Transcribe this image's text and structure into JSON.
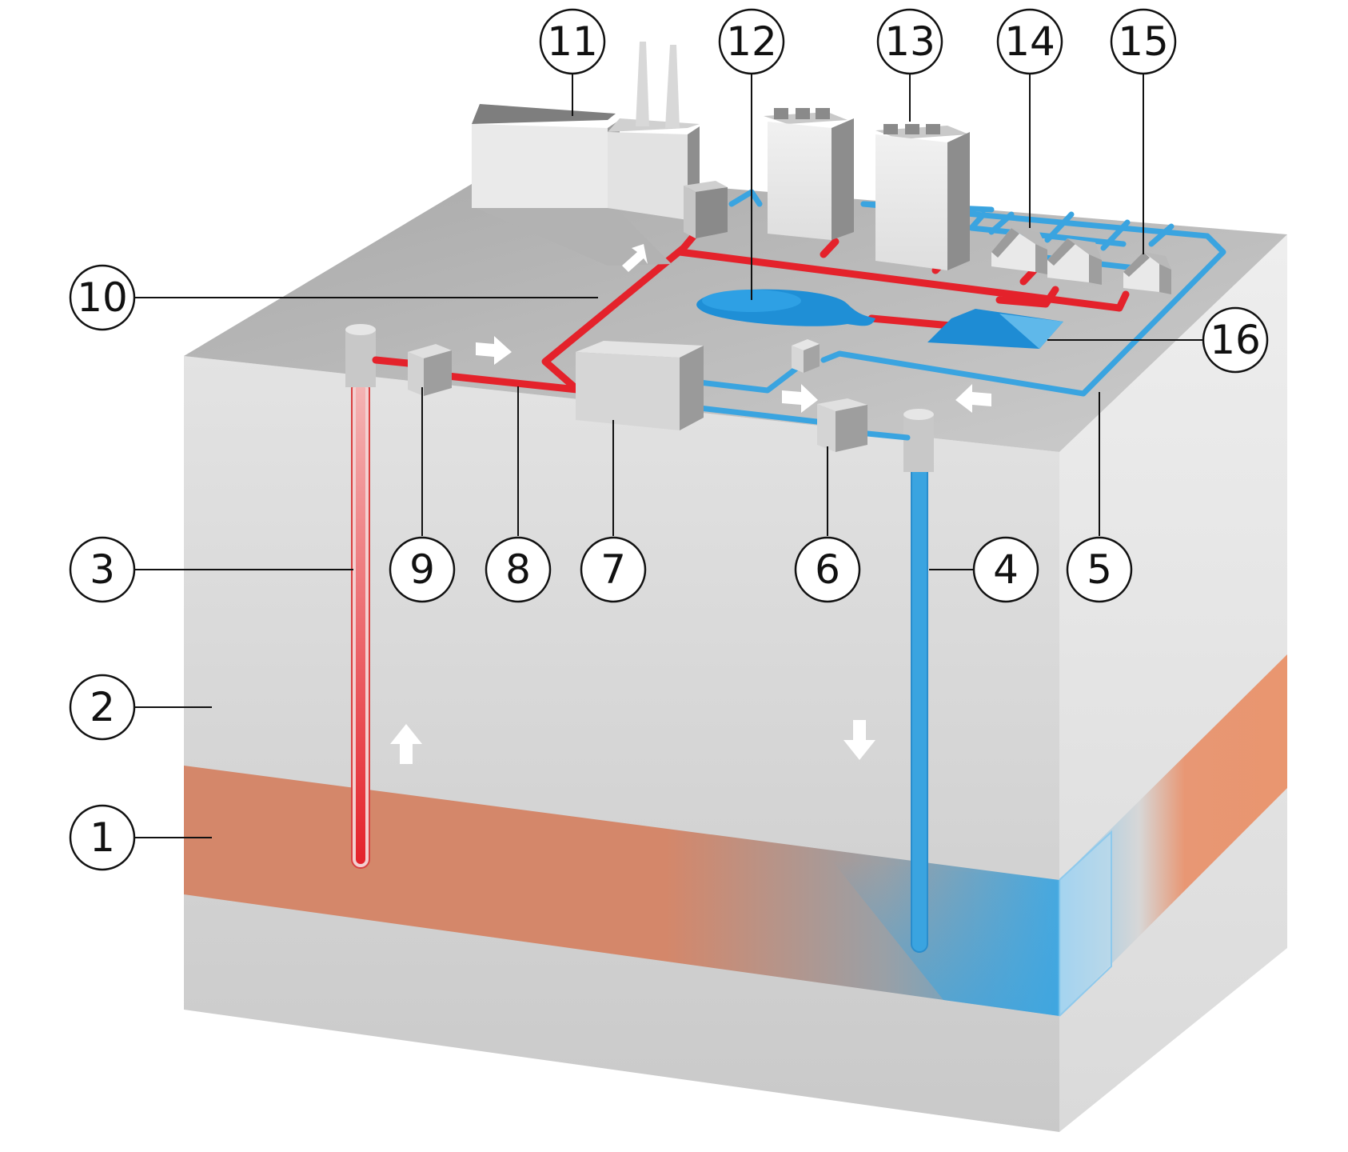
{
  "colors": {
    "hot_pipe": "#e4222b",
    "cold_pipe": "#3aa4e0",
    "aquifer": "#d68a66",
    "rock_light": "#dcdcdc",
    "rock_dark": "#c4c4c4",
    "ground_top": "#bcbcbc",
    "building": "#ececec",
    "label_stroke": "#111111"
  },
  "callouts": [
    {
      "id": "1",
      "label": "1"
    },
    {
      "id": "2",
      "label": "2"
    },
    {
      "id": "3",
      "label": "3"
    },
    {
      "id": "4",
      "label": "4"
    },
    {
      "id": "5",
      "label": "5"
    },
    {
      "id": "6",
      "label": "6"
    },
    {
      "id": "7",
      "label": "7"
    },
    {
      "id": "8",
      "label": "8"
    },
    {
      "id": "9",
      "label": "9"
    },
    {
      "id": "10",
      "label": "10"
    },
    {
      "id": "11",
      "label": "11"
    },
    {
      "id": "12",
      "label": "12"
    },
    {
      "id": "13",
      "label": "13"
    },
    {
      "id": "14",
      "label": "14"
    },
    {
      "id": "15",
      "label": "15"
    },
    {
      "id": "16",
      "label": "16"
    }
  ],
  "icons": {
    "production_well": "production-well-icon",
    "injection_well": "injection-well-icon",
    "power_plant": "power-plant-icon",
    "tower_building": "tower-building-icon",
    "house": "house-icon",
    "flow_arrow": "flow-arrow-icon"
  }
}
